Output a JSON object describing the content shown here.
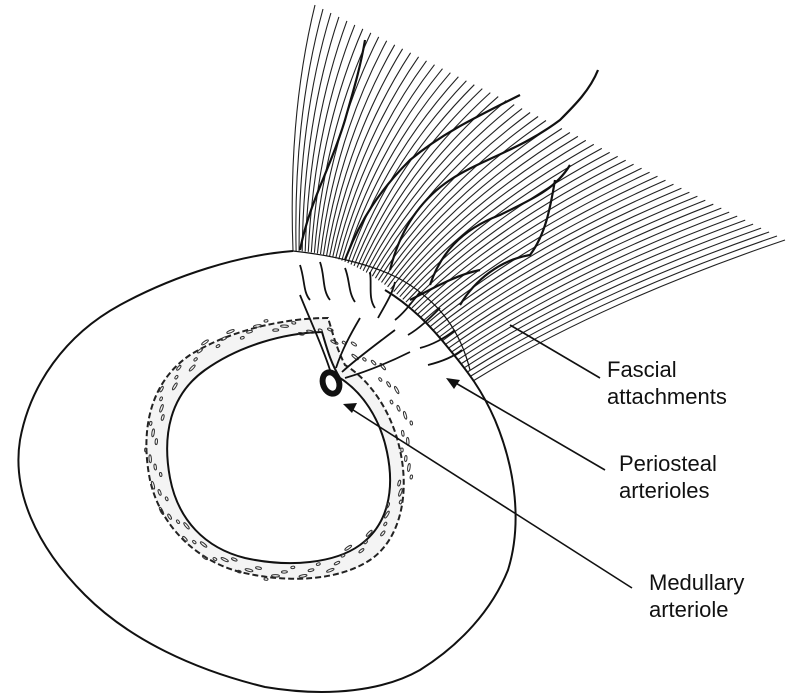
{
  "labels": {
    "fascial": [
      "Fascial",
      "attachments"
    ],
    "periosteal": [
      "Periosteal",
      "arterioles"
    ],
    "medullary": [
      "Medullary",
      "arteriole"
    ]
  },
  "colors": {
    "ink": "#111111",
    "background": "#ffffff"
  }
}
